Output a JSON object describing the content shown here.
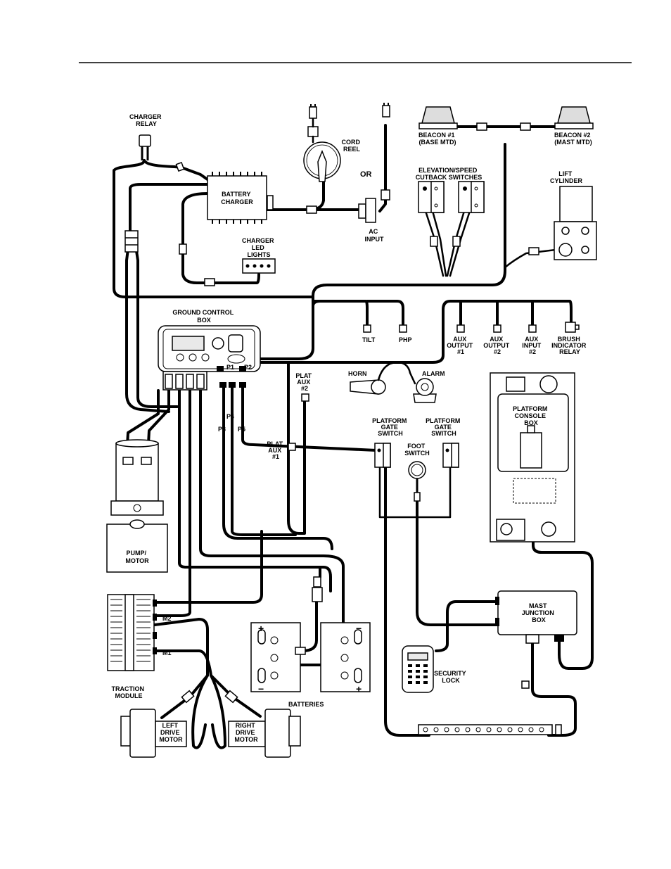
{
  "labels": {
    "charger_relay": [
      "CHARGER",
      "RELAY"
    ],
    "battery_charger": [
      "BATTERY",
      "CHARGER"
    ],
    "cord_reel": [
      "CORD",
      "REEL"
    ],
    "or": "OR",
    "ac_input": [
      "AC",
      "INPUT"
    ],
    "charger_led_lights": [
      "CHARGER",
      "LED",
      "LIGHTS"
    ],
    "beacon1": [
      "BEACON #1",
      "(BASE MTD)"
    ],
    "beacon2": [
      "BEACON #2",
      "(MAST MTD)"
    ],
    "elevation_switches": [
      "ELEVATION/SPEED",
      "CUTBACK SWITCHES"
    ],
    "lift_cylinder": [
      "LIFT",
      "CYLINDER"
    ],
    "ground_control_box": [
      "GROUND CONTROL",
      "BOX"
    ],
    "tilt": "TILT",
    "php": "PHP",
    "aux_output1": [
      "AUX",
      "OUTPUT",
      "#1"
    ],
    "aux_output2": [
      "AUX",
      "OUTPUT",
      "#2"
    ],
    "aux_input2": [
      "AUX",
      "INPUT",
      "#2"
    ],
    "brush_relay": [
      "BRUSH",
      "INDICATOR",
      "RELAY"
    ],
    "p1": "P1",
    "p2": "P2",
    "p3": "P3",
    "p4": "P4",
    "p5": "P5",
    "plat_aux2": [
      "PLAT",
      "AUX",
      "#2"
    ],
    "plat_aux1": [
      "PLAT",
      "AUX",
      "#1"
    ],
    "horn": "HORN",
    "alarm": "ALARM",
    "platform_console_box": [
      "PLATFORM",
      "CONSOLE",
      "BOX"
    ],
    "platform_gate_switch_left": [
      "PLATFORM",
      "GATE",
      "SWITCH"
    ],
    "platform_gate_switch_right": [
      "PLATFORM",
      "GATE",
      "SWITCH"
    ],
    "foot_switch": [
      "FOOT",
      "SWITCH"
    ],
    "pump_motor": [
      "PUMP/",
      "MOTOR"
    ],
    "traction_module": [
      "TRACTION",
      "MODULE"
    ],
    "m1": "M1",
    "m2": "M2",
    "batteries": "BATTERIES",
    "mast_junction_box": [
      "MAST",
      "JUNCTION",
      "BOX"
    ],
    "security_lock": [
      "SECURITY",
      "LOCK"
    ],
    "left_drive_motor": [
      "LEFT",
      "DRIVE",
      "MOTOR"
    ],
    "right_drive_motor": [
      "RIGHT",
      "DRIVE",
      "MOTOR"
    ],
    "battery_plus": "+",
    "battery_minus": "−"
  }
}
